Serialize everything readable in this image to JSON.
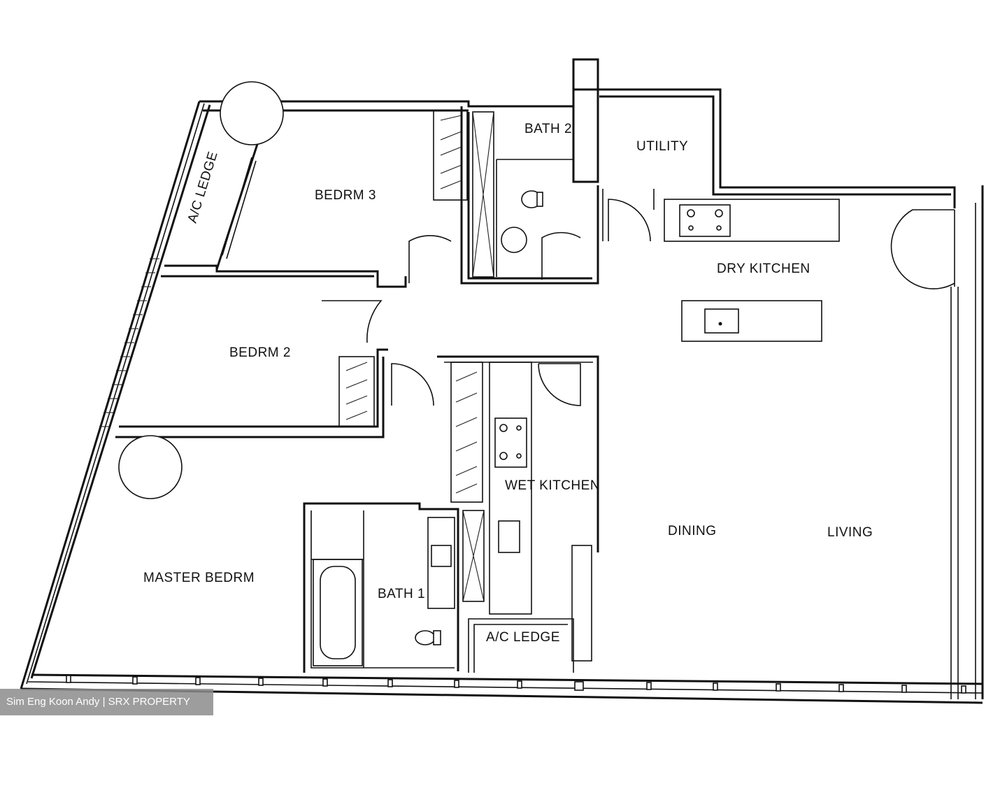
{
  "rooms": {
    "bedroom3": "BEDRM 3",
    "bath2": "BATH 2",
    "utility": "UTILITY",
    "ac_ledge_left": "A/C LEDGE",
    "dry_kitchen": "DRY KITCHEN",
    "bedroom2": "BEDRM 2",
    "wet_kitchen": "WET KITCHEN",
    "dining": "DINING",
    "living": "LIVING",
    "master_bedroom": "MASTER BEDRM",
    "bath1": "BATH 1",
    "ac_ledge_bottom": "A/C LEDGE"
  },
  "watermark": "Sim Eng Koon Andy | SRX PROPERTY"
}
